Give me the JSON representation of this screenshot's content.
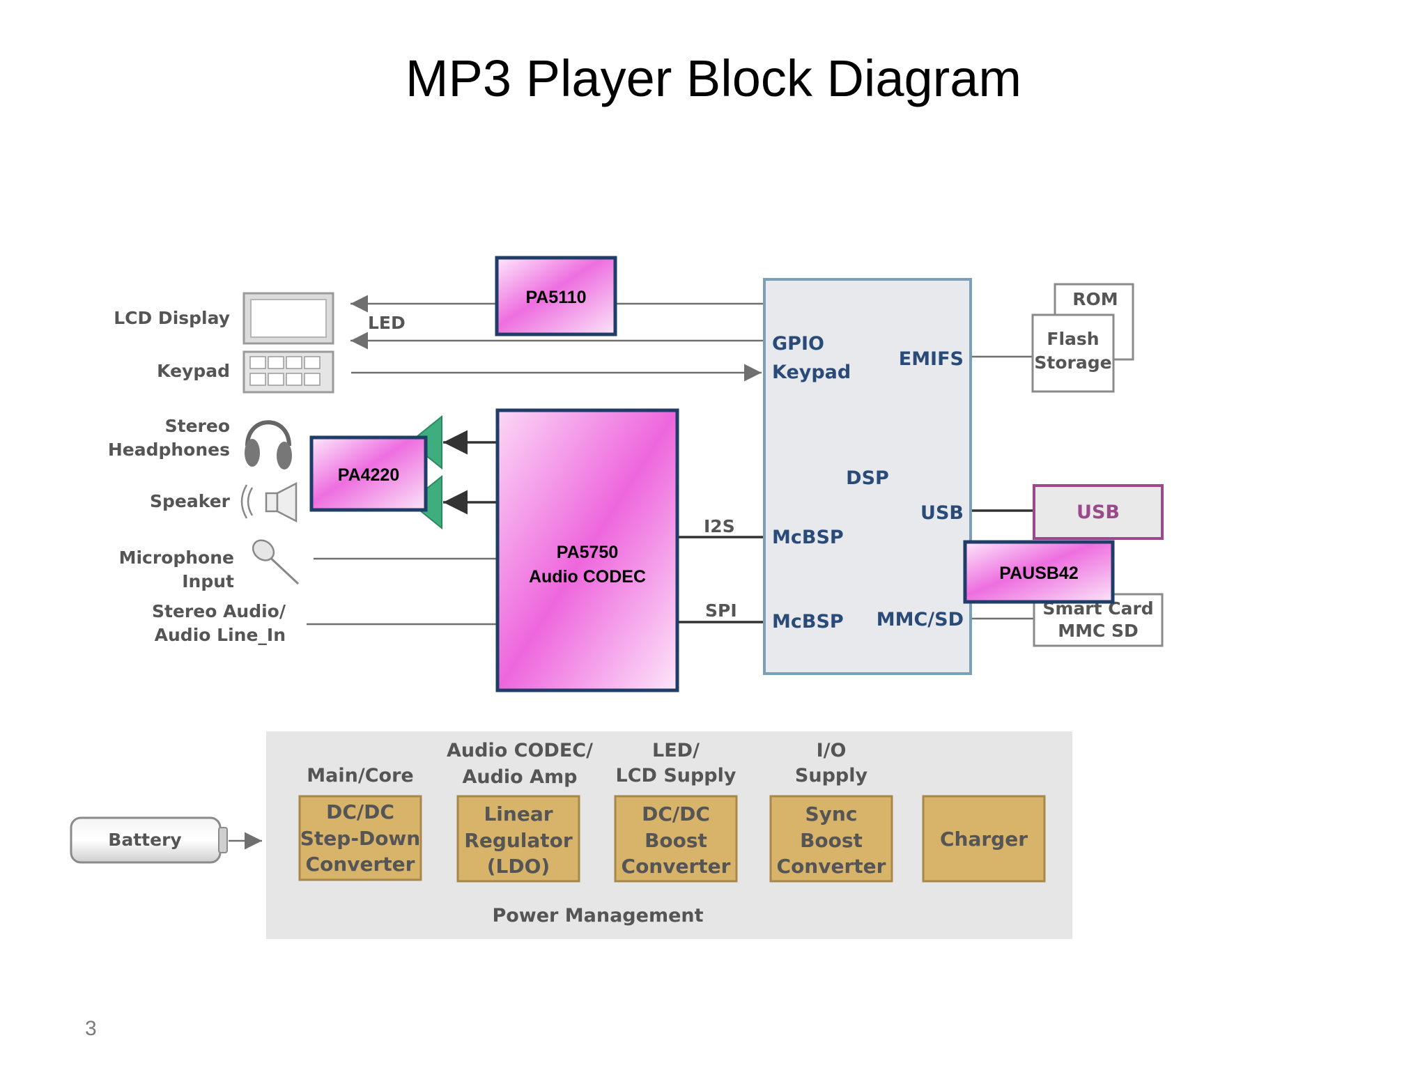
{
  "slide": {
    "title": "MP3 Player Block Diagram",
    "page_number": "3"
  },
  "colors": {
    "chip_border": "#1f3d66",
    "chip_fill_pink": "#ee66dd",
    "dsp_fill": "#e8e9ed",
    "dsp_border": "#7aa0b8",
    "power_fill": "#d8b46a",
    "power_panel": "#e6e6e6",
    "usb_border": "#9a4a8a",
    "amp_green": "#3fae7e"
  },
  "peripherals": {
    "lcd_display": "LCD Display",
    "keypad": "Keypad",
    "stereo_headphones": [
      "Stereo",
      "Headphones"
    ],
    "speaker": "Speaker",
    "microphone_input": [
      "Microphone",
      "Input"
    ],
    "stereo_audio_line_in": [
      "Stereo Audio/",
      "Audio Line_In"
    ]
  },
  "signals": {
    "led": "LED",
    "i2s": "I2S",
    "spi": "SPI"
  },
  "chips": {
    "pa5110": "PA5110",
    "pa4220": "PA4220",
    "pa5750": [
      "PA5750",
      "Audio CODEC"
    ],
    "pausb42": "PAUSB42"
  },
  "dsp": {
    "title": "DSP",
    "gpio": "GPIO",
    "keypad": "Keypad",
    "emifs": "EMIFS",
    "usb": "USB",
    "mcbsp_1": "McBSP",
    "mcbsp_2": "McBSP",
    "mmc_sd": "MMC/SD"
  },
  "memory": {
    "rom": "ROM",
    "flash_storage": [
      "Flash",
      "Storage"
    ]
  },
  "usb_port": "USB",
  "smart_card": [
    "Smart Card",
    "MMC SD"
  ],
  "battery": "Battery",
  "power_management": {
    "title": "Power Management",
    "columns": [
      {
        "header": [
          "Main/Core"
        ],
        "box": [
          "DC/DC",
          "Step-Down",
          "Converter"
        ]
      },
      {
        "header": [
          "Audio CODEC/",
          "Audio Amp"
        ],
        "box": [
          "Linear",
          "Regulator",
          "(LDO)"
        ]
      },
      {
        "header": [
          "LED/",
          "LCD Supply"
        ],
        "box": [
          "DC/DC",
          "Boost",
          "Converter"
        ]
      },
      {
        "header": [
          "I/O",
          "Supply"
        ],
        "box": [
          "Sync",
          "Boost",
          "Converter"
        ]
      },
      {
        "header": [],
        "box": [
          "Charger"
        ]
      }
    ]
  }
}
